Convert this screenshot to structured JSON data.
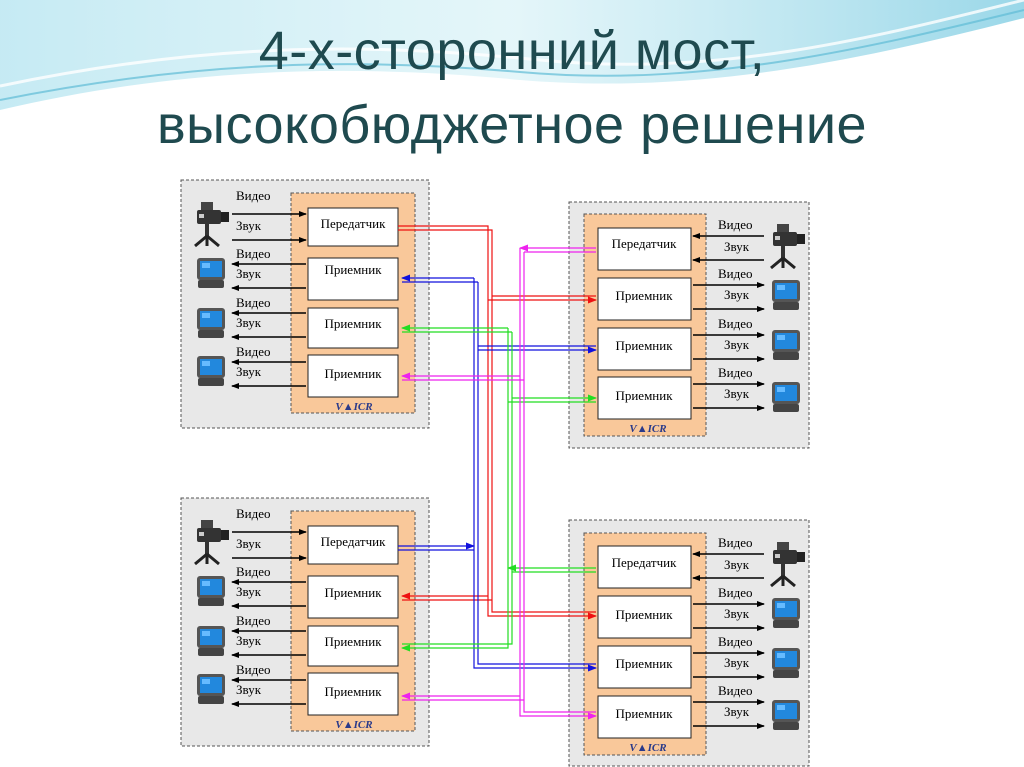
{
  "title": {
    "line1": "4-х-сторонний мост,",
    "line2": "высокобюджетное решение"
  },
  "labels": {
    "transmitter": "Передатчик",
    "receiver": "Приемник",
    "video": "Видео",
    "audio": "Звук"
  },
  "colors": {
    "panel_bg": "#e8e8e8",
    "device_bg": "#f9c89a",
    "red": "#ee1111",
    "blue": "#1111dd",
    "green": "#22dd22",
    "magenta": "#ee22ee",
    "title": "#1f4a4f"
  },
  "icons": [
    "camera-icon",
    "monitor-icon",
    "vendor-logo"
  ]
}
